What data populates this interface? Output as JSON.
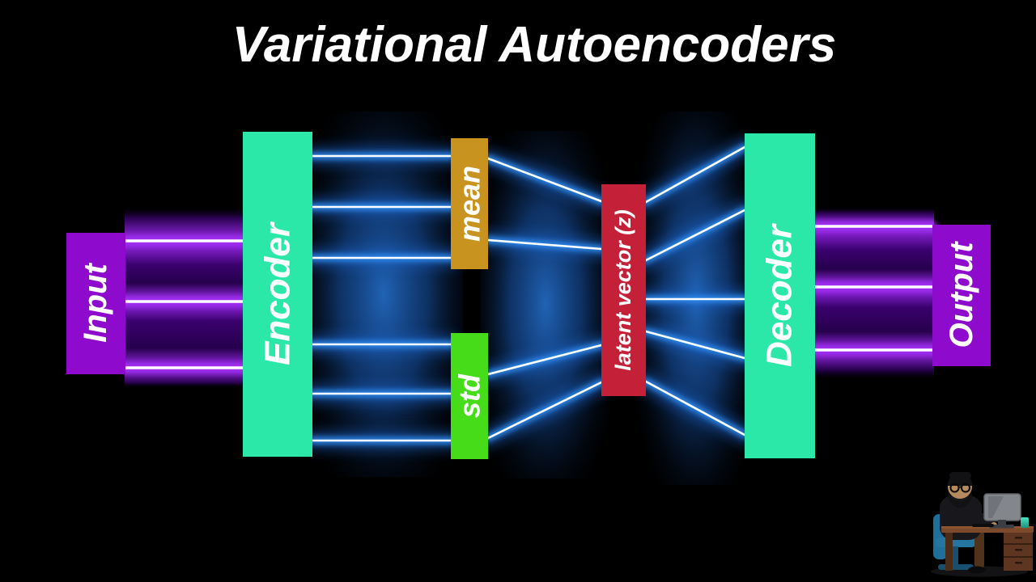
{
  "title": "Variational Autoencoders",
  "colors": {
    "background": "#000000",
    "title_text": "#ffffff",
    "block_text": "#ffffff",
    "blue_line_glow": "#2e8ef5",
    "purple_line_glow": "#a02df2",
    "line_core": "#ffffff"
  },
  "diagram": {
    "nodes": {
      "input": {
        "label": "Input",
        "color": "#8e0bce"
      },
      "encoder": {
        "label": "Encoder",
        "color": "#2be8a9"
      },
      "mean": {
        "label": "mean",
        "color": "#c8931e"
      },
      "std": {
        "label": "std",
        "color": "#46dc19"
      },
      "latent": {
        "label": "latent vector (z)",
        "color": "#c42038"
      },
      "decoder": {
        "label": "Decoder",
        "color": "#2be8a9"
      },
      "output": {
        "label": "Output",
        "color": "#8e0bce"
      }
    },
    "connections": [
      {
        "from": "Input",
        "to": "Encoder",
        "lines": 3,
        "style": "purple-glow"
      },
      {
        "from": "Encoder",
        "to": "mean",
        "lines": 3,
        "style": "blue-glow"
      },
      {
        "from": "Encoder",
        "to": "std",
        "lines": 3,
        "style": "blue-glow"
      },
      {
        "from": "mean",
        "to": "latent vector (z)",
        "lines": 2,
        "style": "blue-glow"
      },
      {
        "from": "std",
        "to": "latent vector (z)",
        "lines": 2,
        "style": "blue-glow"
      },
      {
        "from": "latent vector (z)",
        "to": "Decoder",
        "lines": 5,
        "style": "blue-glow"
      },
      {
        "from": "Decoder",
        "to": "Output",
        "lines": 3,
        "style": "purple-glow"
      }
    ]
  },
  "illustration": {
    "name": "person-working-at-desk",
    "elements": [
      "person with beard and glasses",
      "office chair",
      "desk with drawers",
      "monitor",
      "keyboard",
      "cup"
    ]
  }
}
